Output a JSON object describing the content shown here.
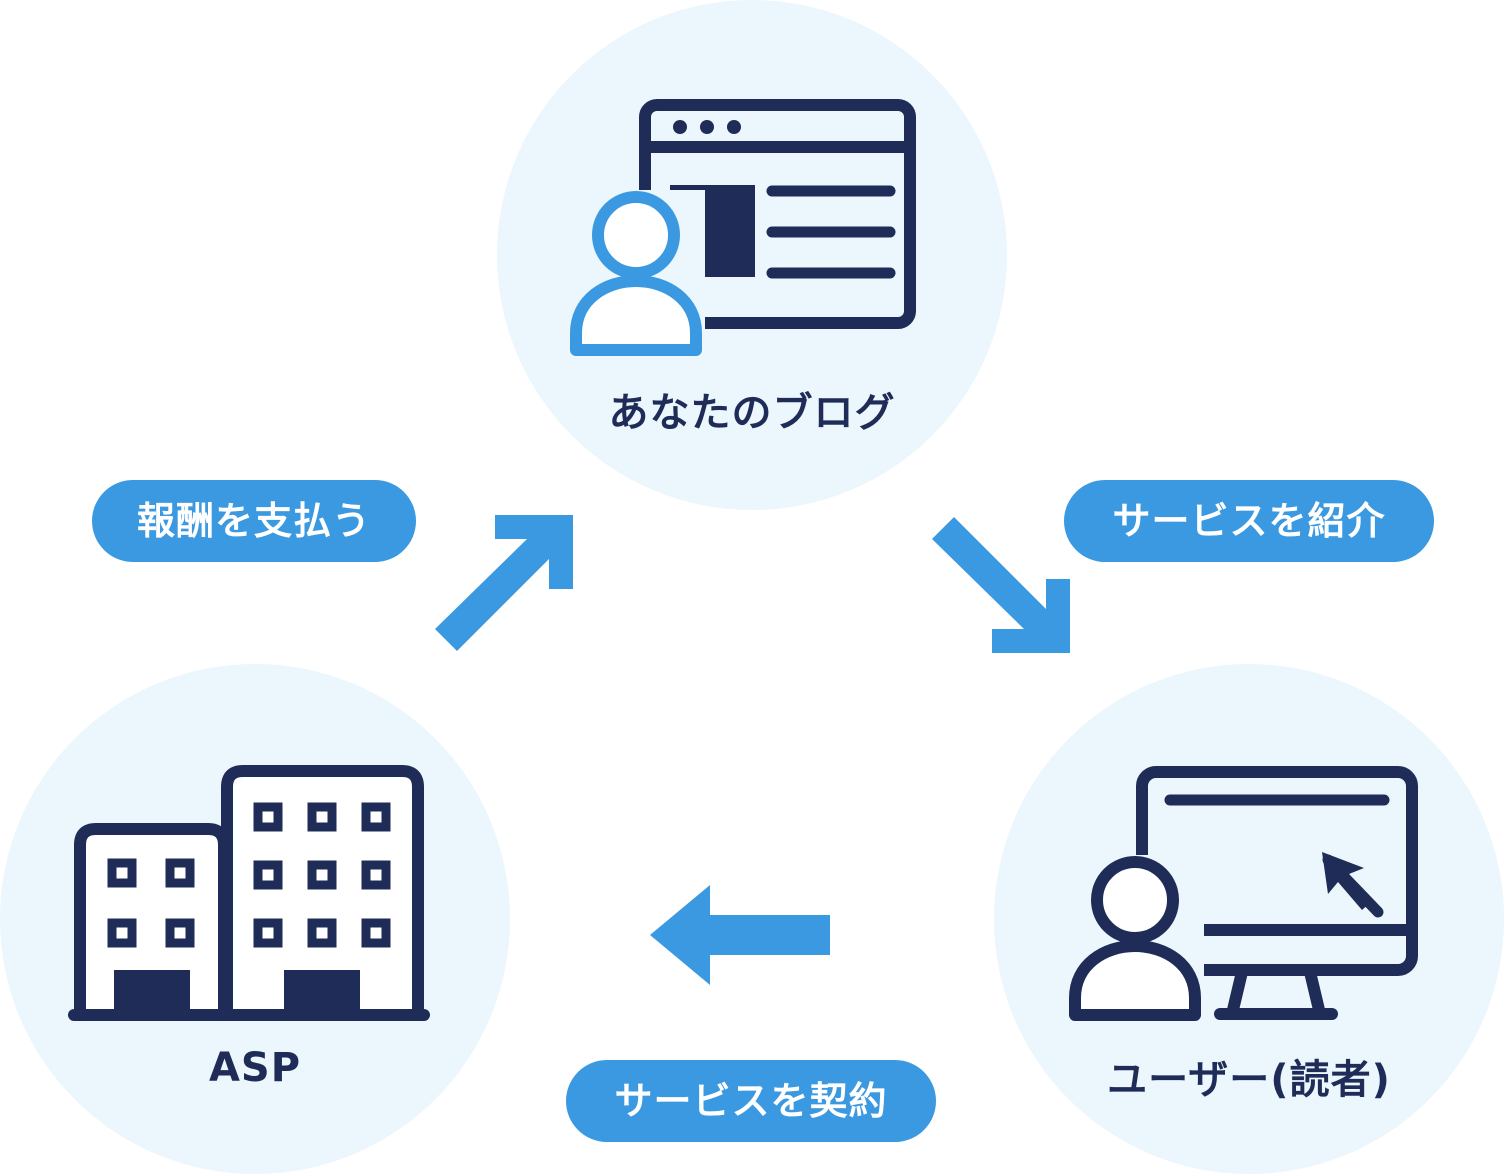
{
  "nodes": {
    "blog": {
      "label": "あなたのブログ",
      "icon": "blog-author-icon"
    },
    "user": {
      "label": "ユーザー(読者)",
      "icon": "user-computer-icon"
    },
    "asp": {
      "label": "ASP",
      "icon": "office-buildings-icon"
    }
  },
  "flows": {
    "introduce": {
      "label": "サービスを紹介",
      "icon": "arrow-down-right-icon"
    },
    "contract": {
      "label": "サービスを契約",
      "icon": "arrow-left-icon"
    },
    "reward": {
      "label": "報酬を支払う",
      "icon": "arrow-up-right-icon"
    }
  },
  "colors": {
    "circle_bg": "#ebf6fd",
    "accent_blue": "#3a99e0",
    "navy": "#1e2c57",
    "pill_text": "#ffffff"
  }
}
